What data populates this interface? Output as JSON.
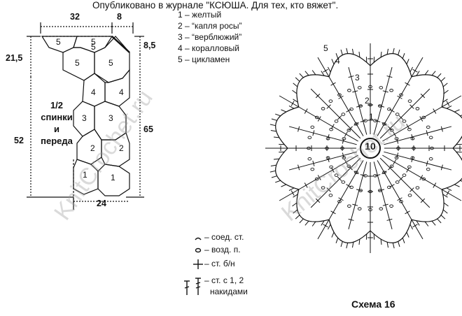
{
  "header": "Опубликовано в журнале \"КСЮША. Для тех, кто вяжет\".",
  "legend": [
    {
      "num": "1",
      "label": "– желтый"
    },
    {
      "num": "2",
      "label": "– “капля росы”"
    },
    {
      "num": "3",
      "label": "– “верблюжий”"
    },
    {
      "num": "4",
      "label": "– коралловый"
    },
    {
      "num": "5",
      "label": "– цикламен"
    }
  ],
  "pattern": {
    "dims": {
      "top_left": "32",
      "top_right": "8",
      "left_top": "21,5",
      "right_top": "8,5",
      "left_main": "52",
      "right_main": "65",
      "bottom": "24"
    },
    "caption": [
      "1/2",
      "спинки",
      "и",
      "переда"
    ],
    "hex_numbers": [
      "5",
      "5",
      "5",
      "5",
      "5",
      "4",
      "4",
      "3",
      "3",
      "2",
      "2",
      "1",
      "1"
    ]
  },
  "symbols": [
    {
      "icon": "slip-stitch-icon",
      "label": "– соед. ст."
    },
    {
      "icon": "chain-icon",
      "label": "– возд. п."
    },
    {
      "icon": "single-crochet-icon",
      "label": "– ст. б/н"
    },
    {
      "icon": "double-crochet-icon",
      "label": "– ст. с 1, 2"
    },
    {
      "icon": "",
      "label": "накидами"
    }
  ],
  "motif": {
    "center_number": "10",
    "row_numbers": [
      "1",
      "2",
      "3",
      "4",
      "5"
    ]
  },
  "schema_title": "Схема 16",
  "watermark": "KnitCrochet.ru"
}
